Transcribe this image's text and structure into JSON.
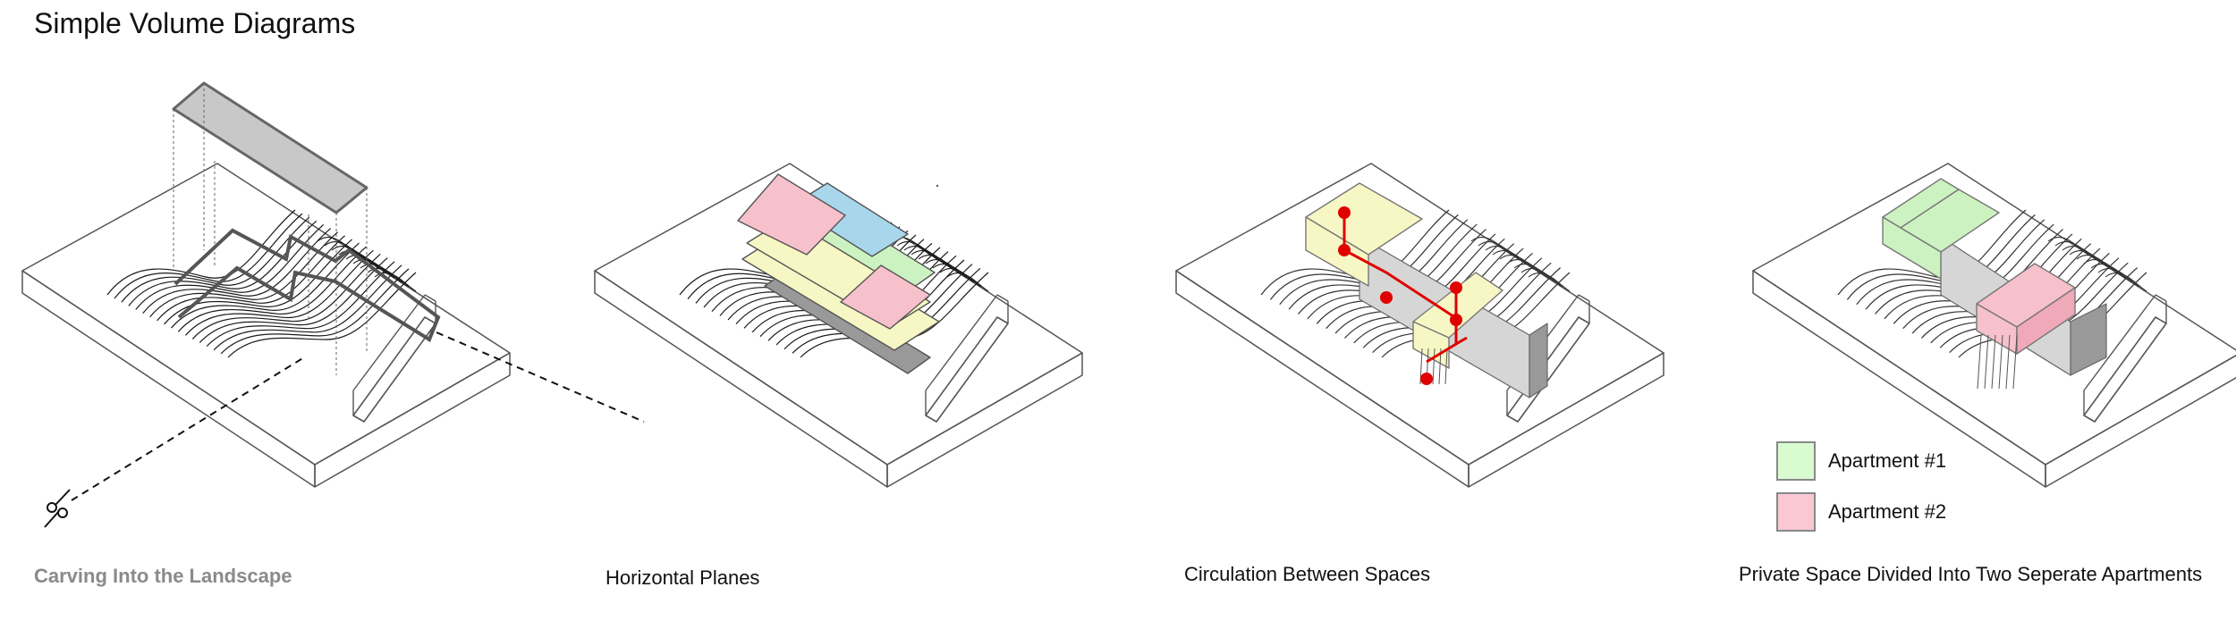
{
  "title": "Simple Volume Diagrams",
  "panels": [
    {
      "caption": "Carving Into the Landscape"
    },
    {
      "caption": "Horizontal Planes"
    },
    {
      "caption": "Circulation Between Spaces"
    },
    {
      "caption": "Private Space Divided Into Two Seperate Apartments"
    }
  ],
  "legend": [
    {
      "label": "Apartment #1",
      "color": "#d9fbd0"
    },
    {
      "label": "Apartment #2",
      "color": "#f9c8d3"
    }
  ],
  "colors": {
    "line": "#555555",
    "grey_plane": "#c8c8c8",
    "yellow": "#f6f7c4",
    "green": "#cdf2c1",
    "pink": "#f7c1cc",
    "blue": "#a8d7ec",
    "circulation": "#e00000"
  },
  "icons": {
    "cut_marker": "scissors-icon"
  }
}
